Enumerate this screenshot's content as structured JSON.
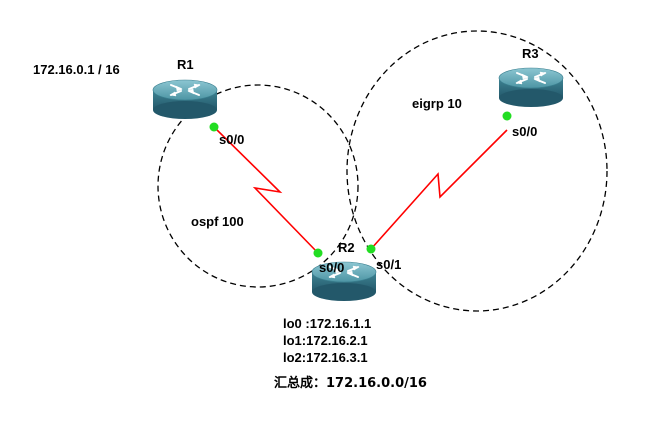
{
  "routers": {
    "r1": {
      "name": "R1",
      "address": "172.16.0.1 / 16"
    },
    "r2": {
      "name": "R2"
    },
    "r3": {
      "name": "R3"
    }
  },
  "links": {
    "r1_r2": {
      "r1_interface": "s0/0",
      "r2_interface": "s0/0"
    },
    "r2_r3": {
      "r2_interface": "s0/1",
      "r3_interface": "s0/0"
    }
  },
  "areas": {
    "ospf": {
      "label": "ospf 100"
    },
    "eigrp": {
      "label": "eigrp 10"
    }
  },
  "loopbacks": [
    {
      "text": "lo0 :172.16.1.1"
    },
    {
      "text": "lo1:172.16.2.1"
    },
    {
      "text": "lo2:172.16.3.1"
    }
  ],
  "summary": {
    "text": "汇总成：172.16.0.0/16"
  },
  "colors": {
    "link": "#ff0000",
    "port_up": "#22dd22",
    "router_body": "#3e7f8e",
    "router_top": "#5fa6b5",
    "area_border": "#000000"
  }
}
